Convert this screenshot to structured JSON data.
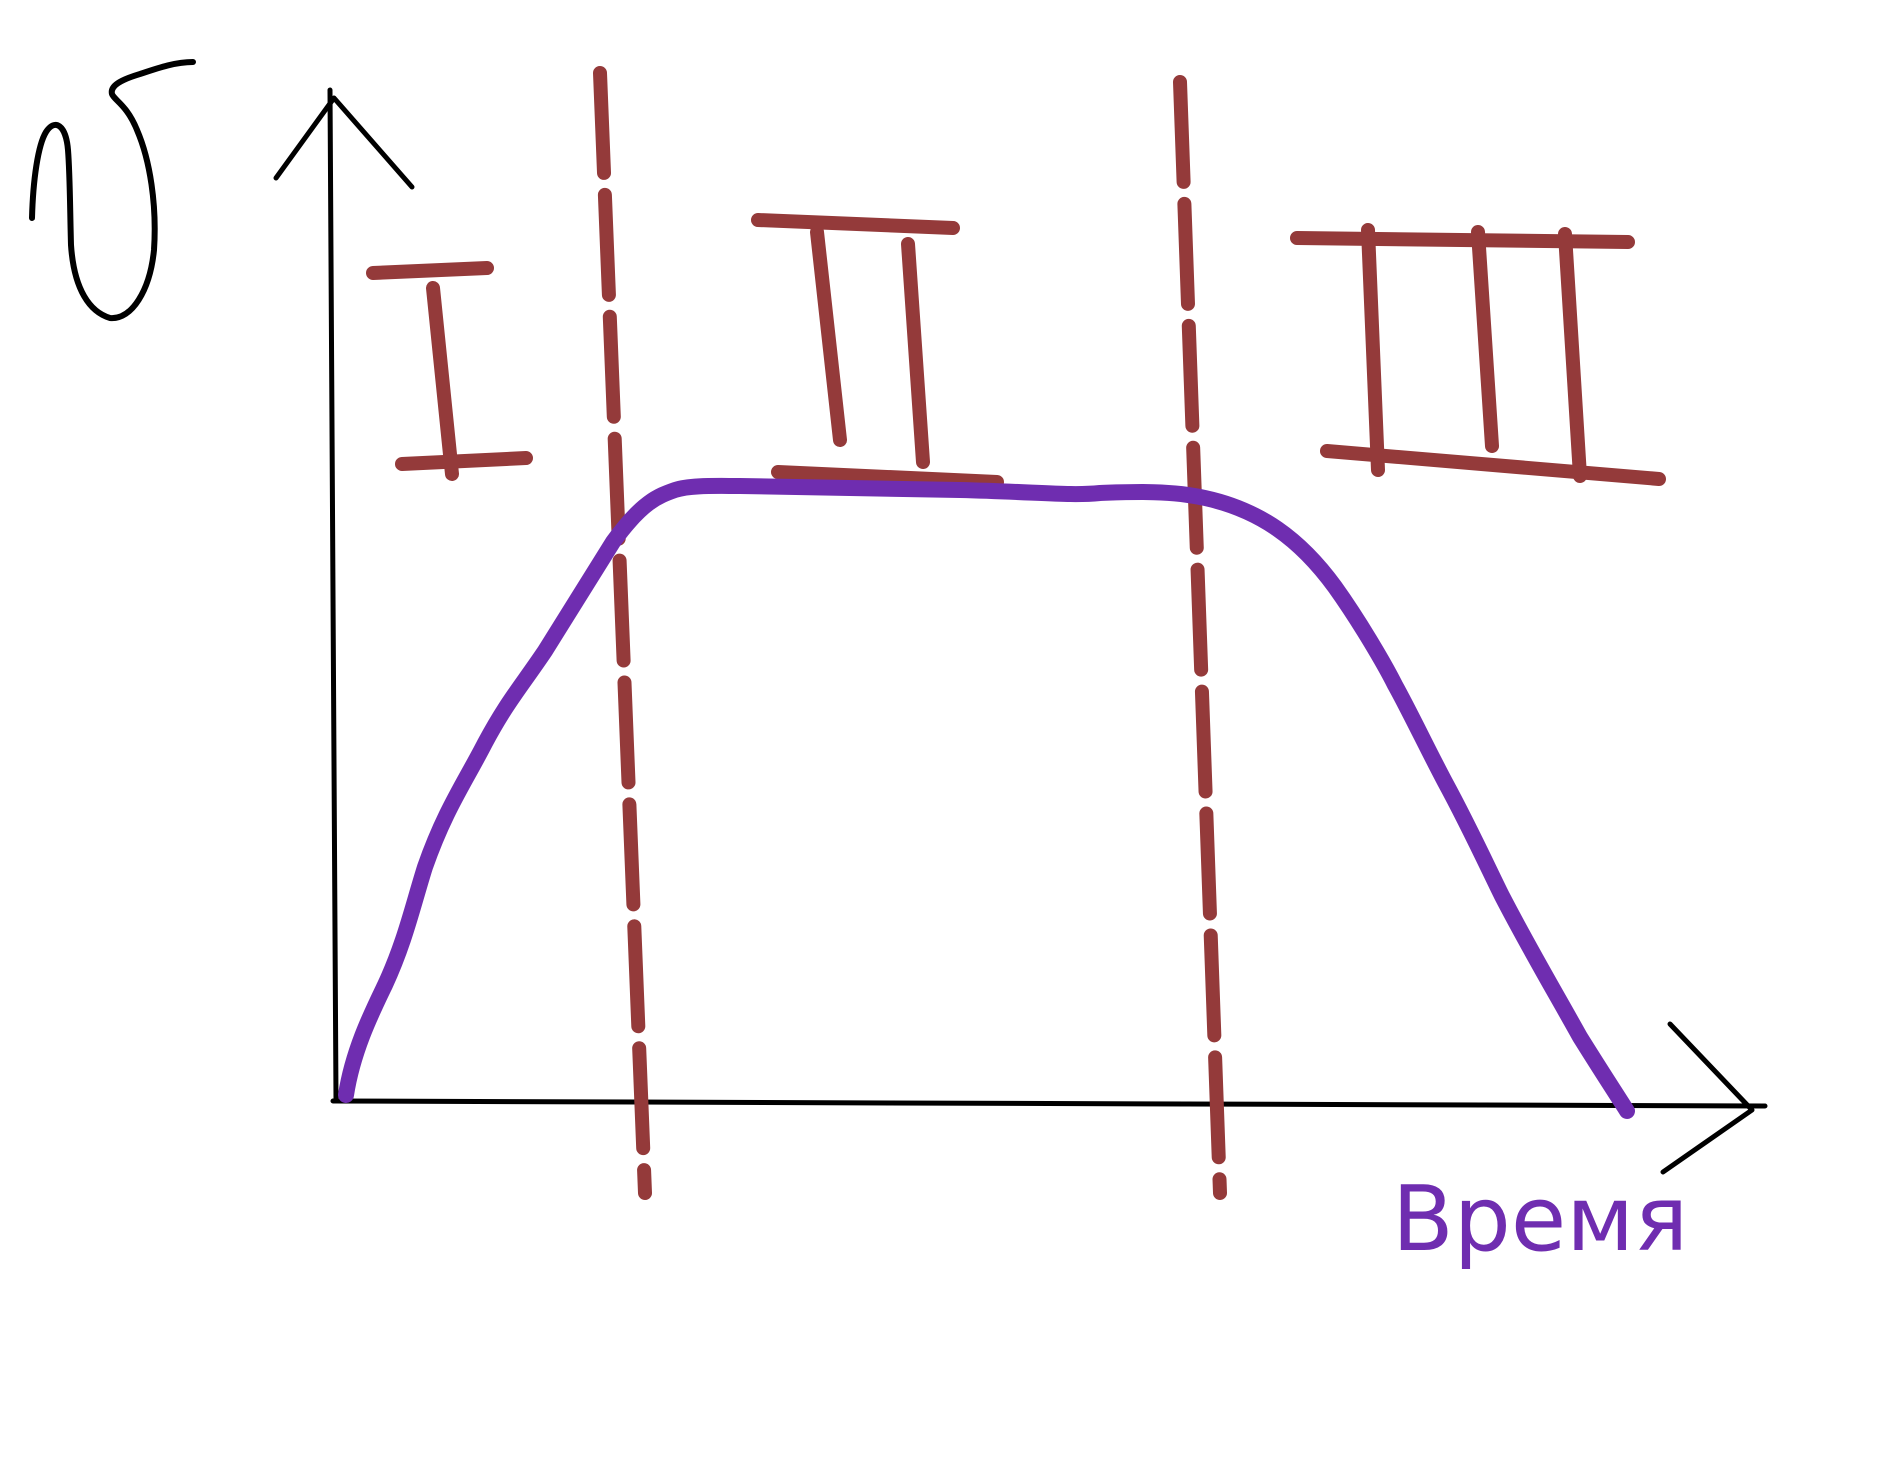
{
  "diagram": {
    "x_axis_label": "Время",
    "stage_labels": [
      "I",
      "II",
      "III"
    ],
    "colors": {
      "axis": "#000000",
      "curve": "#6f2db0",
      "boundary": "#943a3a",
      "label": "#943a3a",
      "x_axis_label": "#6f2db0"
    },
    "icons": {
      "y_axis_symbol": "sigma-glyph"
    }
  }
}
